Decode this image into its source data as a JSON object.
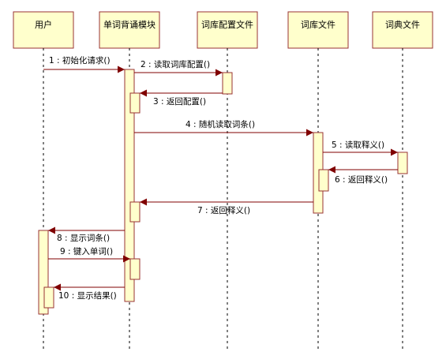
{
  "diagram_type": "sequence",
  "lifelines": [
    {
      "id": "user",
      "label": "用户"
    },
    {
      "id": "module",
      "label": "单词背诵模块"
    },
    {
      "id": "config",
      "label": "词库配置文件"
    },
    {
      "id": "lib",
      "label": "词库文件"
    },
    {
      "id": "dict",
      "label": "词典文件"
    }
  ],
  "messages": [
    {
      "from": "user",
      "to": "module",
      "label": "1 : 初始化请求()",
      "kind": "call"
    },
    {
      "from": "module",
      "to": "config",
      "label": "2 : 读取词库配置()",
      "kind": "call"
    },
    {
      "from": "config",
      "to": "module",
      "label": "3 : 返回配置()",
      "kind": "return"
    },
    {
      "from": "module",
      "to": "lib",
      "label": "4 : 随机读取词条()",
      "kind": "call"
    },
    {
      "from": "lib",
      "to": "dict",
      "label": "5 : 读取释义()",
      "kind": "call"
    },
    {
      "from": "dict",
      "to": "lib",
      "label": "6 : 返回释义()",
      "kind": "return"
    },
    {
      "from": "lib",
      "to": "module",
      "label": "7 : 返回释义()",
      "kind": "return"
    },
    {
      "from": "module",
      "to": "user",
      "label": "8 : 显示词条()",
      "kind": "return"
    },
    {
      "from": "user",
      "to": "module",
      "label": "9 : 键入单词()",
      "kind": "call"
    },
    {
      "from": "module",
      "to": "user",
      "label": "10 : 显示结果()",
      "kind": "return"
    }
  ],
  "colors": {
    "box_fill": "#ffffcc",
    "box_stroke": "#993333",
    "arrow": "#800000",
    "lifeline": "#000000"
  }
}
